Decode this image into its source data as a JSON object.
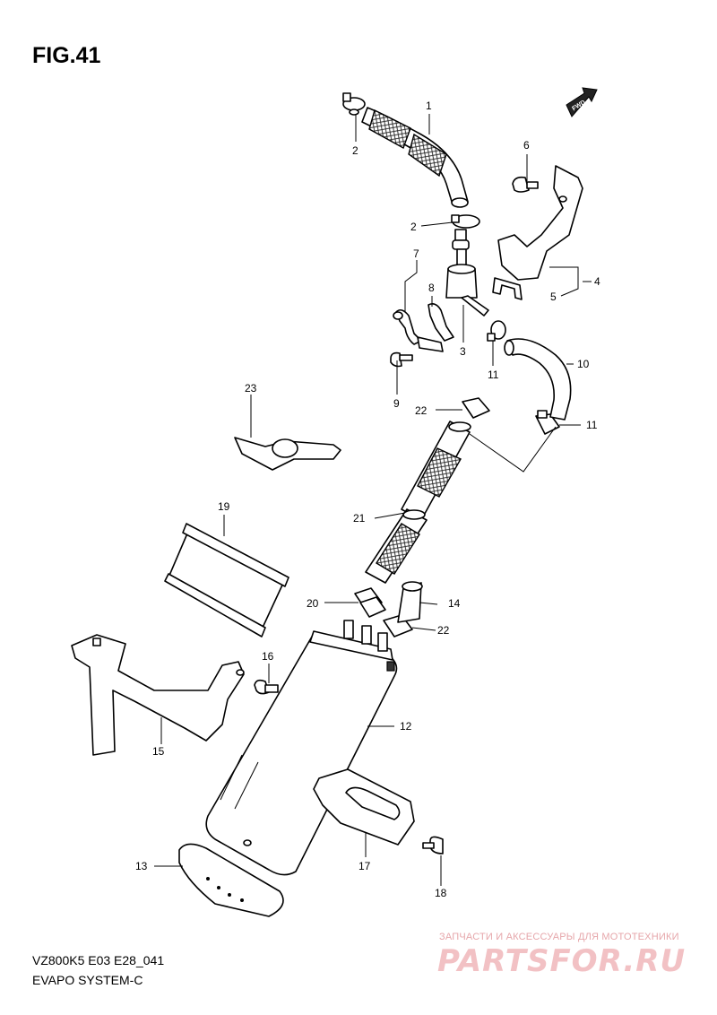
{
  "figure": {
    "title": "FIG.41",
    "model_code": "VZ800K5 E03 E28_041",
    "system_name": "EVAPO SYSTEM-C",
    "fwd_label": "FWD"
  },
  "callouts": [
    "1",
    "2",
    "2",
    "3",
    "4",
    "5",
    "6",
    "7",
    "8",
    "9",
    "10",
    "11",
    "11",
    "12",
    "13",
    "14",
    "15",
    "16",
    "17",
    "18",
    "19",
    "20",
    "21",
    "22",
    "22",
    "23"
  ],
  "watermark": {
    "tagline": "ЗАПЧАСТИ И АКСЕССУАРЫ ДЛЯ МОТОТЕХНИКИ",
    "logo": "PARTSFOR.RU"
  }
}
